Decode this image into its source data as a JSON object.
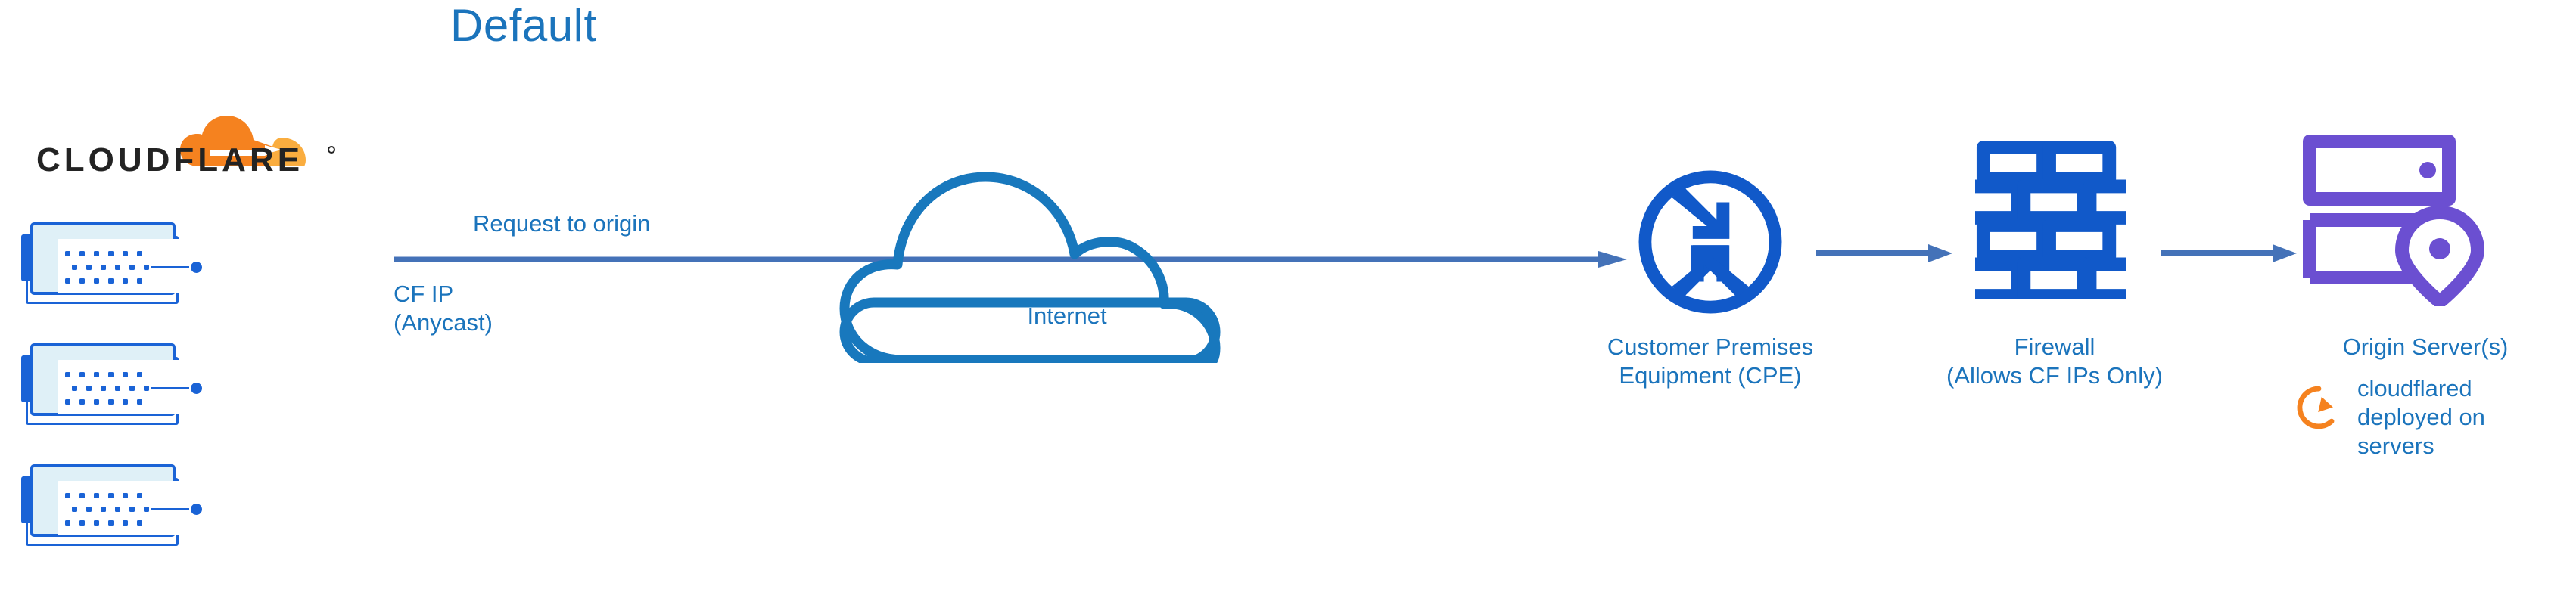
{
  "diagram": {
    "title": "Default",
    "colors": {
      "label_blue": "#1b74bc",
      "arrow_blue": "#4472b8",
      "icon_blue": "#1159c9",
      "server_blue": "#1a63d6",
      "cloud_blue": "#1878bd",
      "origin_purple": "#6b4fd1",
      "cloudflare_orange": "#f5821f",
      "cloudflare_orange_light": "#faad3f",
      "background": "#ffffff"
    },
    "brand": {
      "logo_icon_name": "cloudflare-cloud-logo",
      "wordmark": "CLOUDFLARE",
      "registered_mark": "®"
    },
    "servers": {
      "count": 3,
      "icon_name": "cloudflare-edge-server",
      "dot_rows": 3
    },
    "labels": {
      "request_to_origin": "Request to origin",
      "cf_ip": "CF IP\n(Anycast)",
      "internet": "Internet",
      "cpe": "Customer Premises\nEquipment (CPE)",
      "firewall": "Firewall\n(Allows CF IPs Only)",
      "origin_server": "Origin Server(s)",
      "cloudflared": "cloudflared\ndeployed on\nservers"
    },
    "nodes": [
      {
        "id": "edge",
        "label": "CF IP (Anycast)",
        "icon": "server-stack-icon"
      },
      {
        "id": "internet",
        "label": "Internet",
        "icon": "cloud-icon"
      },
      {
        "id": "cpe",
        "label": "Customer Premises Equipment (CPE)",
        "icon": "router-circle-arrows-icon"
      },
      {
        "id": "firewall",
        "label": "Firewall (Allows CF IPs Only)",
        "icon": "brick-wall-icon"
      },
      {
        "id": "origin",
        "label": "Origin Server(s)",
        "icon": "origin-server-pin-icon"
      }
    ],
    "connections": [
      {
        "from": "edge",
        "to": "cpe",
        "label": "Request to origin",
        "style": "arrow"
      },
      {
        "from": "cpe",
        "to": "firewall",
        "label": "",
        "style": "arrow"
      },
      {
        "from": "firewall",
        "to": "origin",
        "label": "",
        "style": "arrow"
      }
    ]
  }
}
